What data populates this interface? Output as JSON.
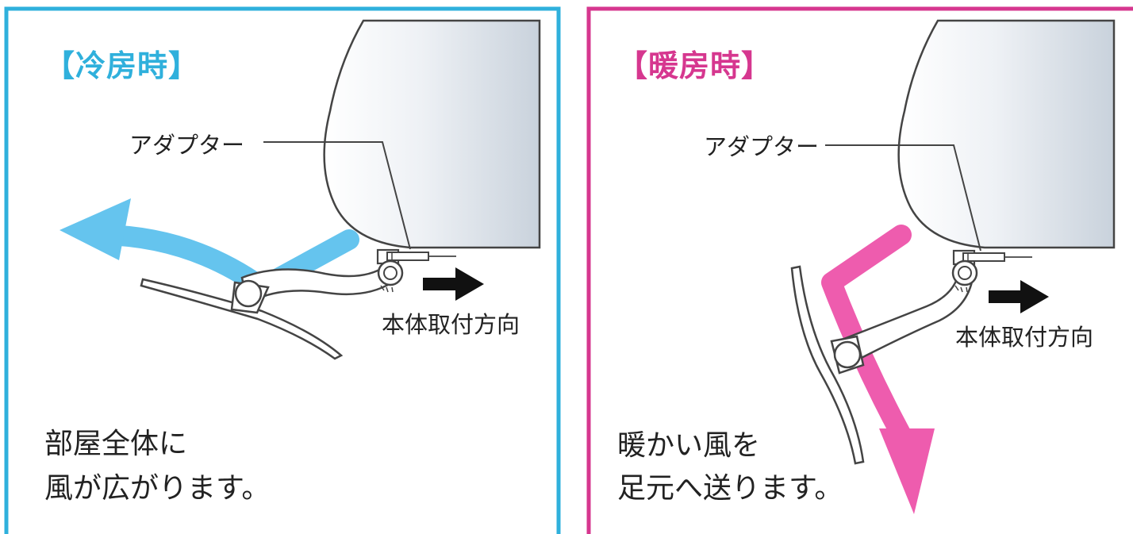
{
  "colors": {
    "cool_border": "#2fb0dc",
    "cool_accent": "#65c4ee",
    "warm_border": "#d6378f",
    "warm_accent": "#ee5cae",
    "line": "#444444",
    "arrow_black": "#111111"
  },
  "cooling": {
    "title": "【冷房時】",
    "adapter_label": "アダプター",
    "direction_label": "本体取付方向",
    "desc_line1": "部屋全体に",
    "desc_line2": "風が広がります。"
  },
  "heating": {
    "title": "【暖房時】",
    "adapter_label": "アダプター",
    "direction_label": "本体取付方向",
    "desc_line1": "暖かい風を",
    "desc_line2": "足元へ送ります。"
  }
}
